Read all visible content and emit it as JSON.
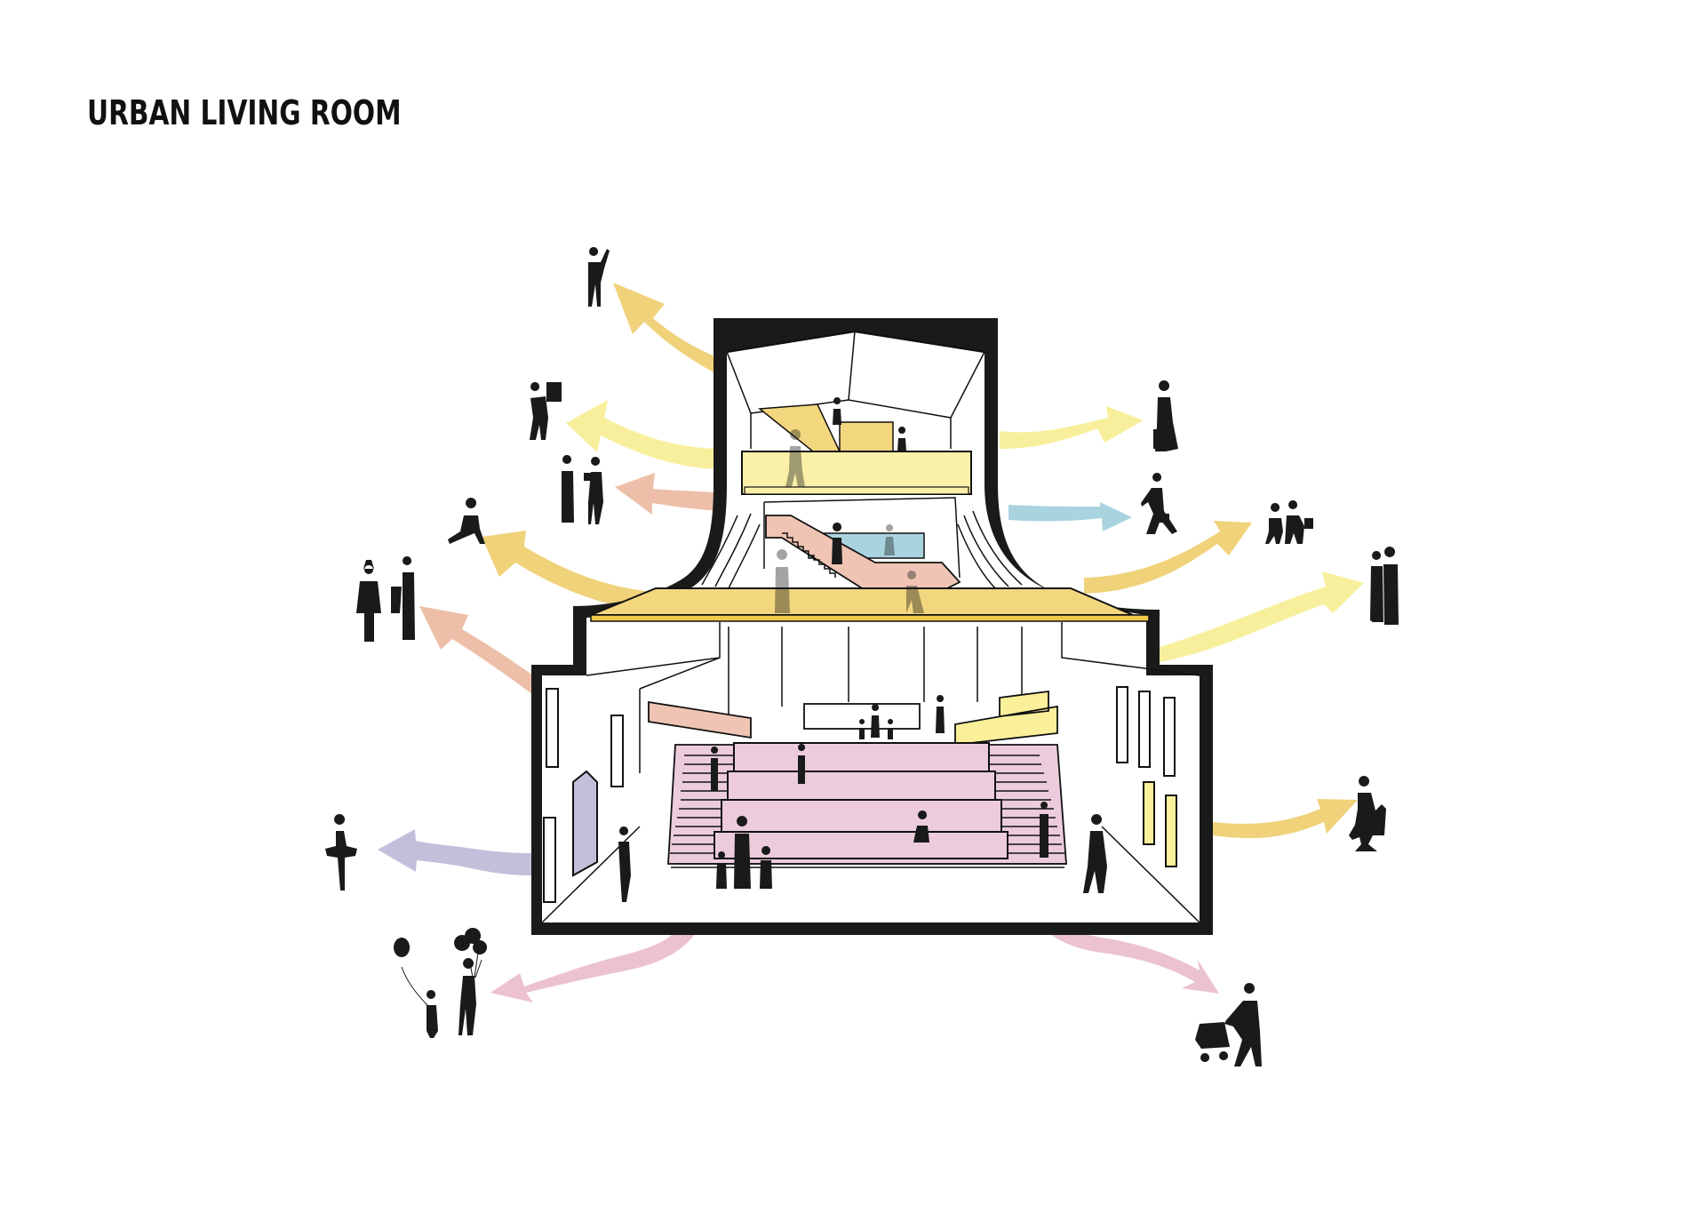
{
  "title": "URBAN LIVING ROOM",
  "colors": {
    "background": "#ffffff",
    "wall": "#1a1a1a",
    "arrow_gold": "#f0d27a",
    "arrow_pale_yellow": "#f8ef9c",
    "arrow_peach": "#edbfa8",
    "arrow_blue": "#a9d4df",
    "arrow_lavender": "#c5bedb",
    "arrow_pink": "#ecc2d0",
    "floor_gold": "#f3d77f",
    "gallery_yellow": "#faf0a8",
    "stair_salmon": "#f0c4b4",
    "tribune_pink": "#ecccdc",
    "pool_blue": "#a9d4df",
    "bar_yellow": "#faf09a"
  },
  "building": {
    "label": "Cross-section of multi-level public building",
    "levels": [
      "Upper gallery",
      "Middle mezzanine with stairs",
      "Main floor slab",
      "Ground hall with stepped seating tribune"
    ]
  },
  "flows": [
    {
      "side": "left",
      "color": "arrow_gold",
      "activity": "person waving"
    },
    {
      "side": "left",
      "color": "arrow_pale_yellow",
      "activity": "person carrying boxes"
    },
    {
      "side": "left",
      "color": "arrow_peach",
      "activity": "two people exchanging a package"
    },
    {
      "side": "left",
      "color": "arrow_gold",
      "activity": "child running"
    },
    {
      "side": "left",
      "color": "arrow_peach",
      "activity": "street musicians with violin and saxophone"
    },
    {
      "side": "left",
      "color": "arrow_lavender",
      "activity": "ballet dancer"
    },
    {
      "side": "bottom-left",
      "color": "arrow_pink",
      "activity": "parent and child with balloons"
    },
    {
      "side": "right",
      "color": "arrow_pale_yellow",
      "activity": "woman walking with bag"
    },
    {
      "side": "right",
      "color": "arrow_blue",
      "activity": "businessman walking with briefcase"
    },
    {
      "side": "right",
      "color": "arrow_gold",
      "activity": "children running"
    },
    {
      "side": "right",
      "color": "arrow_pale_yellow",
      "activity": "couple standing"
    },
    {
      "side": "right",
      "color": "arrow_gold",
      "activity": "person sitting in office chair"
    },
    {
      "side": "bottom-right",
      "color": "arrow_pink",
      "activity": "person pushing stroller"
    }
  ]
}
